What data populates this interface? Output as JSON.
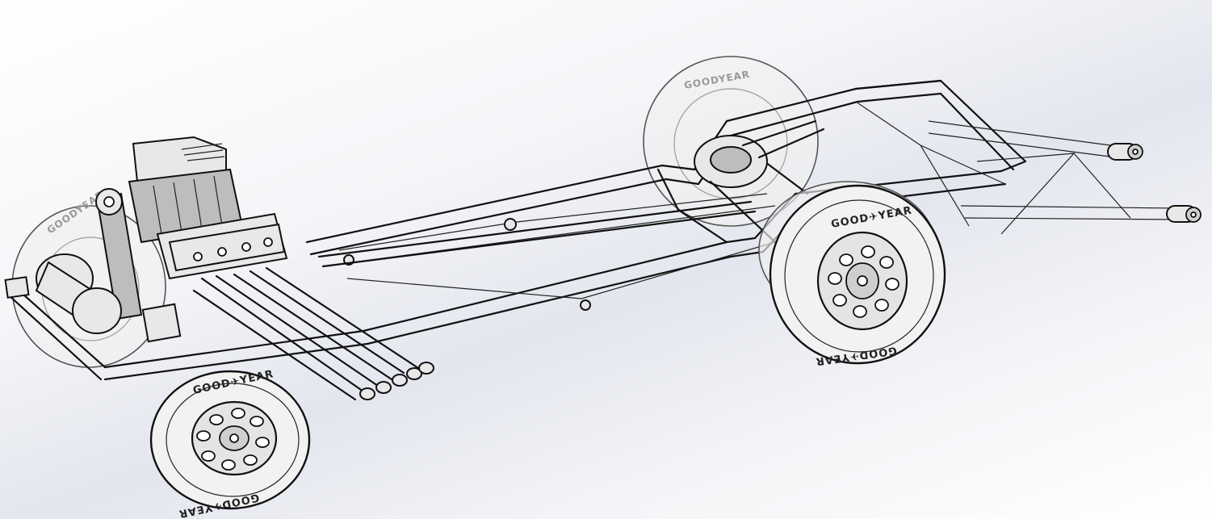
{
  "viewport": {
    "background_top": "#ffffff",
    "background_mid": "#e3e6ee",
    "render_style": "shaded-with-edges"
  },
  "model": {
    "subject": "hot rod chassis",
    "tire_brand_text": "GOODYEAR",
    "tire_brand_glyph": "GOOD✈YEAR",
    "components": [
      "frame-rails",
      "supercharged-engine",
      "exhaust-headers",
      "front-wheel-left",
      "front-wheel-right",
      "rear-wheel-left",
      "rear-wheel-right",
      "rear-suspension-links",
      "driveshaft"
    ]
  }
}
